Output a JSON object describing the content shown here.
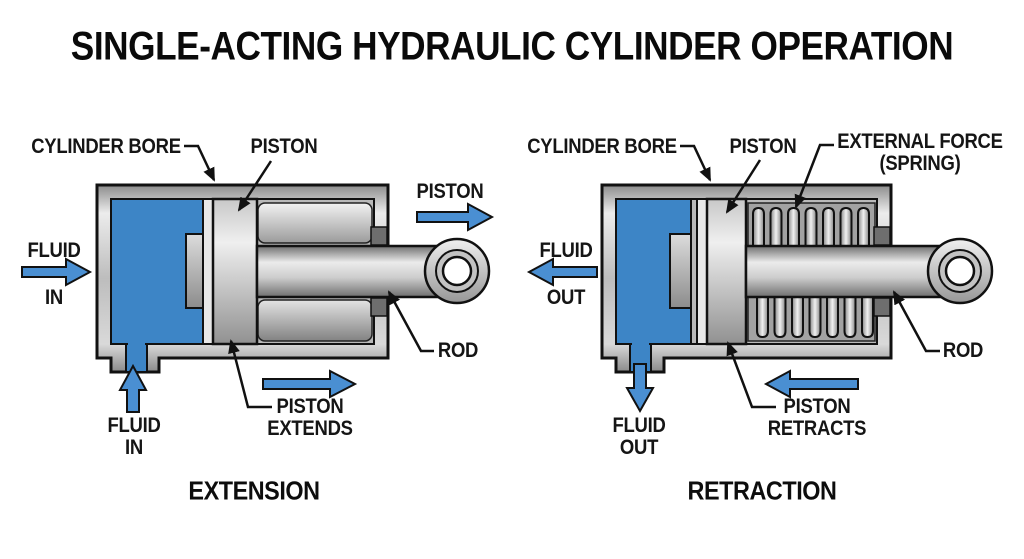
{
  "title": "SINGLE-ACTING HYDRAULIC CYLINDER OPERATION",
  "colors": {
    "fluid_blue": "#3d85c6",
    "arrow_blue": "#4a8fd2",
    "outline": "#111111"
  },
  "diagrams": {
    "extension": {
      "caption": "EXTENSION",
      "labels": {
        "cylinder_bore": "CYLINDER BORE",
        "piston": "PISTON",
        "piston_motion": "PISTON",
        "rod": "ROD",
        "fluid_side_line1": "FLUID",
        "fluid_side_line2": "IN",
        "fluid_bottom_line1": "FLUID",
        "fluid_bottom_line2": "IN",
        "action_line1": "PISTON",
        "action_line2": "EXTENDS"
      }
    },
    "retraction": {
      "caption": "RETRACTION",
      "labels": {
        "cylinder_bore": "CYLINDER BORE",
        "piston": "PISTON",
        "external_force_line1": "EXTERNAL FORCE",
        "external_force_line2": "(SPRING)",
        "rod": "ROD",
        "fluid_side_line1": "FLUID",
        "fluid_side_line2": "OUT",
        "fluid_bottom_line1": "FLUID",
        "fluid_bottom_line2": "OUT",
        "action_line1": "PISTON",
        "action_line2": "RETRACTS"
      }
    }
  }
}
